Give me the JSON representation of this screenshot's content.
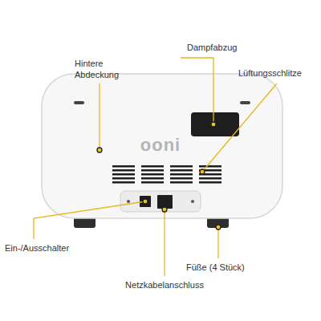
{
  "diagram": {
    "labels": [
      "Hintere Abdeckung",
      "Dampfabzug",
      "Lüftungsschlitze",
      "ooni",
      "Ein-/Ausschalter",
      "Füße (4 Stück)",
      "Netzkabelanschluss"
    ]
  }
}
